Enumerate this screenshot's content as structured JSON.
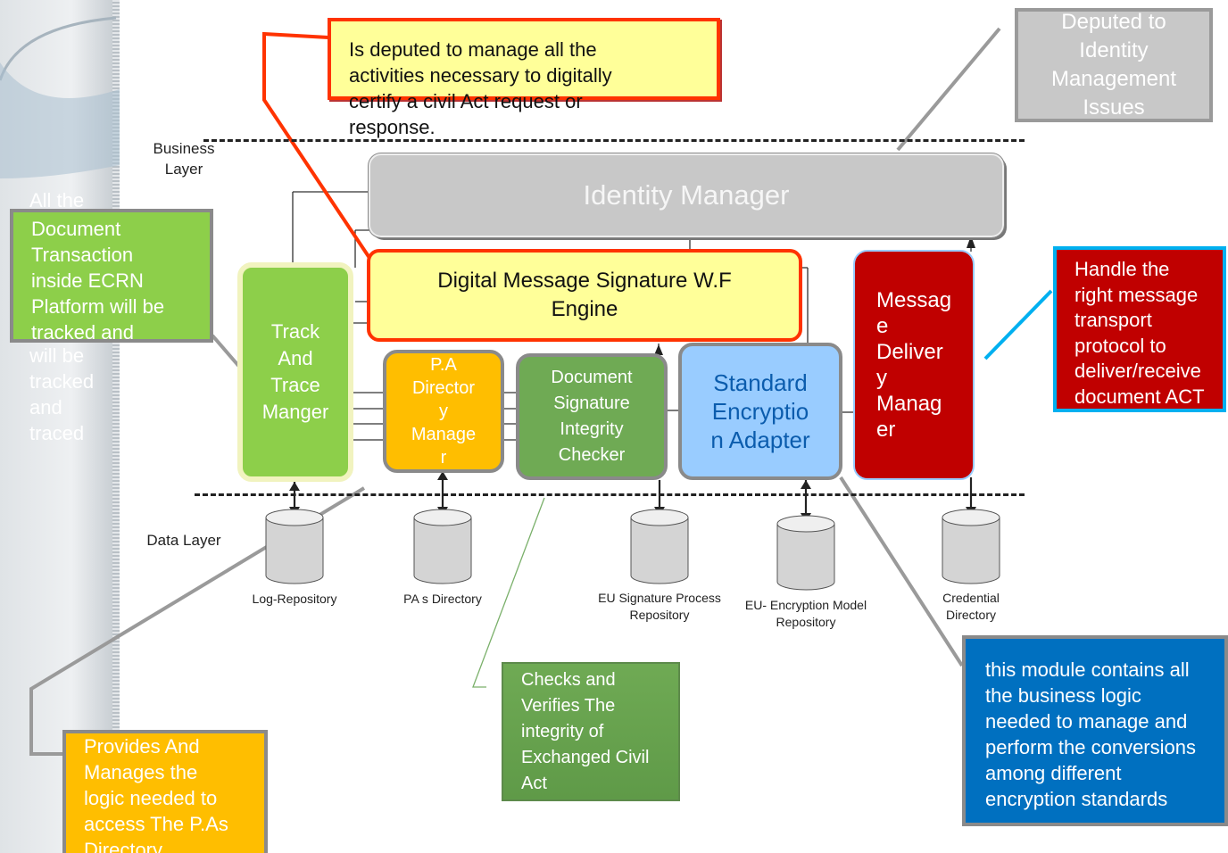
{
  "sidebar": {
    "faded_note": "All the\nDocument\nTransaction\ninside ECRN\nPlatform will be\ntracked and\ntraced"
  },
  "layers": {
    "business": "Business\nLayer",
    "data": "Data Layer"
  },
  "modules": {
    "identity_manager": "Identity Manager",
    "signature_engine": "Digital Message Signature W.F\nEngine",
    "track_trace": "Track\nAnd\nTrace\nManger",
    "pa_directory": "P.A\nDirector\ny\nManage\nr",
    "signature_checker": "Document\nSignature\nIntegrity\nChecker",
    "encryption_adapter": "Standard\nEncryptio\nn Adapter",
    "message_delivery": "Messag\ne\nDeliver\ny\nManag\ner"
  },
  "repositories": {
    "log": "Log-Repository",
    "pas": "PA s Directory",
    "eu_signature": "EU Signature Process\nRepository",
    "eu_encryption": "EU- Encryption Model\nRepository",
    "credential": "Credential\nDirectory"
  },
  "callouts": {
    "signature_engine": "Is deputed to manage all the\nactivities necessary   to digitally\ncertify a civil Act request or\nresponse.",
    "identity": "Deputed to\nIdentity\nManagement\nIssues",
    "track_trace": "Document\nTransaction\ninside ECRN\nPlatform will be\ntracked and",
    "delivery": "Handle the\nright message\ntransport\nprotocol to\ndeliver/receive\ndocument ACT",
    "pa_directory": "Provides And\nManages the\nlogic needed to\naccess The P.As\nDirectory",
    "checker": "Checks and\nVerifies The\nintegrity of\nExchanged Civil\nAct",
    "encryption": "this module contains all\nthe business logic\nneeded to manage and\nperform the conversions\namong different\nencryption standards"
  },
  "colors": {
    "green": "#8dcf4a",
    "orange": "#ffbe00",
    "yellow": "#ffff99",
    "red_border": "#ff3300",
    "dark_red": "#c00000",
    "light_blue": "#99ccff",
    "blue": "#0070c0",
    "cyan": "#00b0f0",
    "gray": "#c8c8c8"
  }
}
